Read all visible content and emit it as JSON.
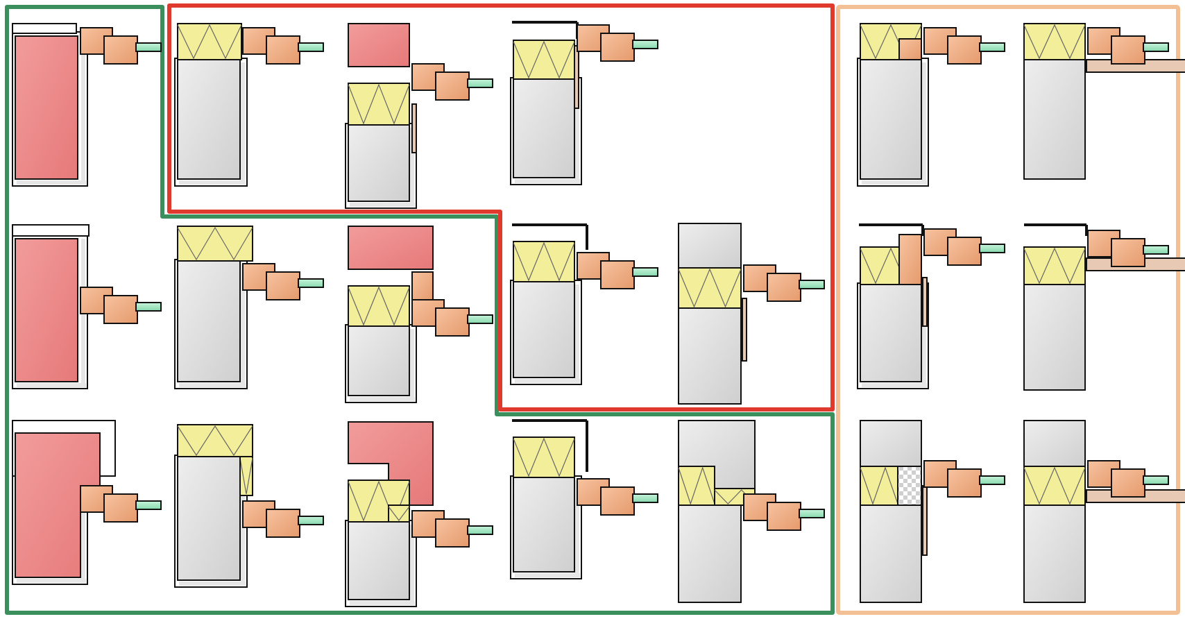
{
  "title": "",
  "layout": {
    "rows": 3,
    "columns": 7
  },
  "groups": [
    {
      "name": "green-group",
      "color": "#3a8f5c"
    },
    {
      "name": "red-group",
      "color": "#e03a2f"
    },
    {
      "name": "orange-group",
      "color": "#f3bf95"
    }
  ],
  "materials": {
    "masonry": "#ee8a8a",
    "insulation": "#f3ee9a",
    "concrete": "#d9d9d9",
    "frame": "#f0a87b",
    "glazing": "#9ee6bf",
    "cladding": "#e8c9b4"
  },
  "details": [
    {
      "id": "r1c1",
      "type": "masonry-wall"
    },
    {
      "id": "r1c2",
      "type": "insulation-top"
    },
    {
      "id": "r1c3",
      "type": "masonry-over-insulation"
    },
    {
      "id": "r1c4",
      "type": "insulation-with-parapet"
    },
    {
      "id": "r1c6",
      "type": "insulation-with-frame-block"
    },
    {
      "id": "r1c7",
      "type": "insulation-top-cladding"
    },
    {
      "id": "r2c1",
      "type": "masonry-wall"
    },
    {
      "id": "r2c2",
      "type": "insulation-top"
    },
    {
      "id": "r2c3",
      "type": "masonry-over-insulation-stacked-frame"
    },
    {
      "id": "r2c4",
      "type": "insulation-with-parapet"
    },
    {
      "id": "r2c5",
      "type": "sandwich-insulation"
    },
    {
      "id": "r2c6",
      "type": "insulation-with-frame-block-parapet"
    },
    {
      "id": "r2c7",
      "type": "insulation-cladding-parapet"
    },
    {
      "id": "r3c1",
      "type": "masonry-l-shape"
    },
    {
      "id": "r3c2",
      "type": "insulation-wrap"
    },
    {
      "id": "r3c3",
      "type": "masonry-l-over-insulation"
    },
    {
      "id": "r3c4",
      "type": "insulation-with-parapet"
    },
    {
      "id": "r3c5",
      "type": "stepped-insulation"
    },
    {
      "id": "r3c6",
      "type": "sandwich-with-checker-block"
    },
    {
      "id": "r3c7",
      "type": "sandwich-cladding"
    }
  ]
}
